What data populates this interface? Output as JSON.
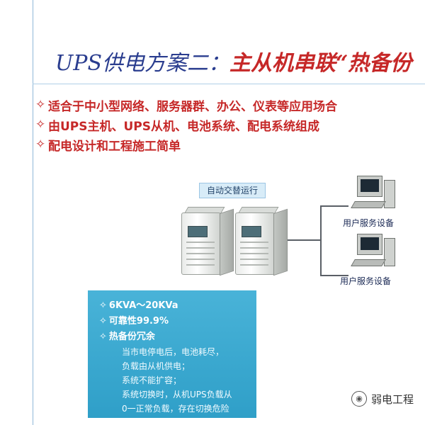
{
  "slide": {
    "title_prefix": "UPS供电方案二：",
    "title_highlight": "主从机串联“热备份",
    "bullet_icon": "diamond-outline-icon",
    "bullets": [
      "适合于中小型网络、服务器群、办公、仪表等应用场合",
      "由UPS主机、UPS从机、电池系统、配电系统组成",
      "配电设计和工程施工简单"
    ]
  },
  "diagram": {
    "sticker_label": "自动交替运行",
    "pc_labels": [
      "用户服务设备",
      "用户服务设备"
    ]
  },
  "infobox": {
    "items": [
      "6KVA～20KVa",
      "可靠性99.9%",
      "热备份冗余"
    ],
    "notes": [
      "当市电停电后，电池耗尽，",
      "负载由从机供电；",
      "系统不能扩容；",
      "系统切换时，从机UPS负载从",
      "0一正常负载，存在切换危险"
    ]
  },
  "watermark": {
    "text": "弱电工程"
  },
  "colors": {
    "title_blue": "#2a3d8f",
    "accent_red": "#c62828",
    "infobox_blue": "#3aa8d0"
  }
}
